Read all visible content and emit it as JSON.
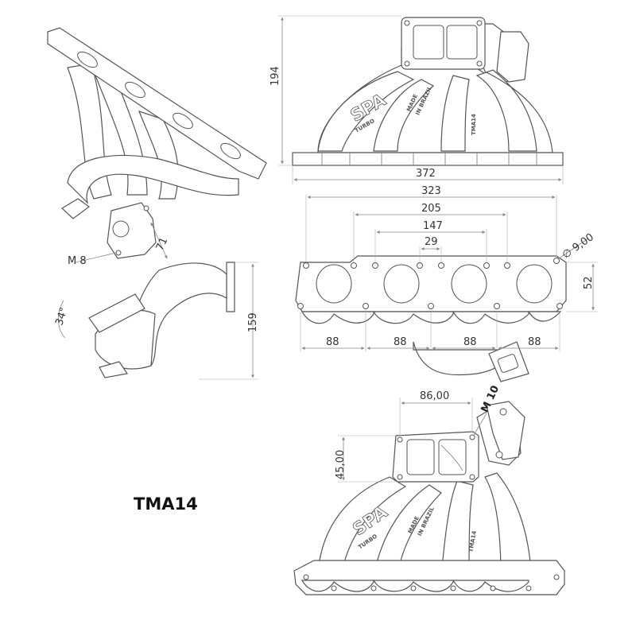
{
  "title": "TMA14",
  "brand": {
    "logo": "SPA",
    "subtitle": "TURBO",
    "made_in": [
      "MADE",
      "IN BRAZIL"
    ],
    "part_mark": "TMA14"
  },
  "dimensions": {
    "height_194": "194",
    "flange_372": "372",
    "bolt_323": "323",
    "bolt_205": "205",
    "bolt_147": "147",
    "bolt_29": "29",
    "hole_dia": "∅ 9,00",
    "flange_52": "52",
    "spacing": [
      "88",
      "88",
      "88",
      "88"
    ],
    "angle_34": "34°",
    "height_159": "159",
    "wastegate_m8": "M 8",
    "wastegate_71": "71",
    "turbo_86": "86,00",
    "turbo_45": "45,00",
    "turbo_m10": "M 10"
  }
}
